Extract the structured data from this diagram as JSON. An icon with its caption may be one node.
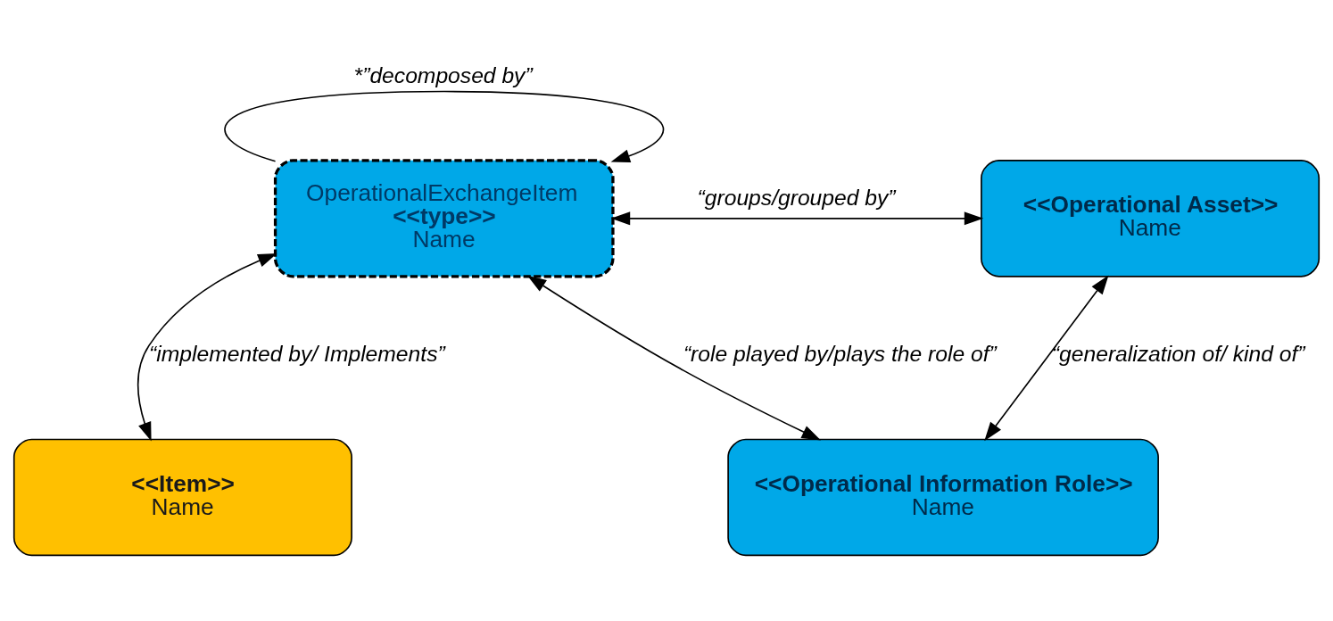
{
  "diagram": {
    "nodes": [
      {
        "text": [
          "OperationalExchangeItem",
          "<<type>>",
          "Name"
        ]
      },
      {
        "text": [
          "<<Operational Asset>>",
          "Name"
        ]
      },
      {
        "text": [
          "<<Operational Information Role>>",
          "Name"
        ]
      },
      {
        "text": [
          "<<Item>>",
          "Name"
        ]
      }
    ],
    "edges": [
      {
        "from": 0,
        "to": 0,
        "arrow": "to",
        "label": "*”decomposed by”"
      },
      {
        "from": 0,
        "to": 1,
        "arrow": "both",
        "label": "“groups/grouped by”"
      },
      {
        "from": 0,
        "to": 2,
        "arrow": "both",
        "label": "“role played by/plays the role of”"
      },
      {
        "from": 0,
        "to": 3,
        "arrow": "both",
        "label": "“implemented by/ Implements”"
      },
      {
        "from": 1,
        "to": 2,
        "arrow": "both",
        "label": "“generalization of/ kind of”"
      }
    ]
  }
}
